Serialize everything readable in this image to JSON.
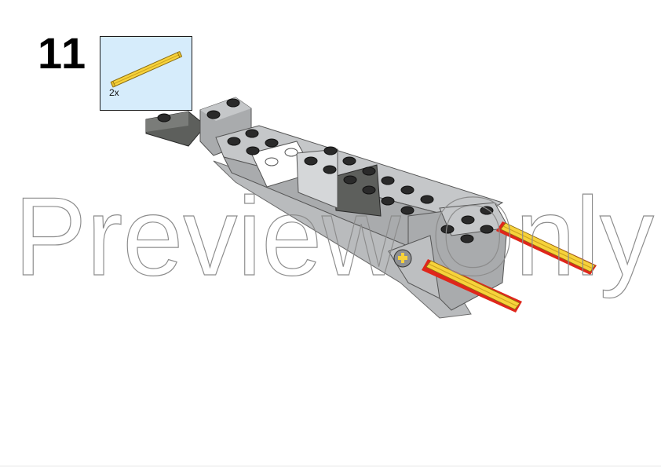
{
  "step": {
    "number": "11"
  },
  "callout": {
    "quantity": "2x",
    "part_icon": "yellow-axle-icon",
    "background_color": "#d6ecfb"
  },
  "watermark": {
    "text": "Preview Only"
  },
  "colors": {
    "axle_yellow": "#f7d23b",
    "axle_outline_red": "#e0261b",
    "brick_light_gray": "#a9abad",
    "brick_dark_gray": "#5d5f5c",
    "brick_black": "#2a2a2a",
    "brick_white": "#ffffff"
  }
}
